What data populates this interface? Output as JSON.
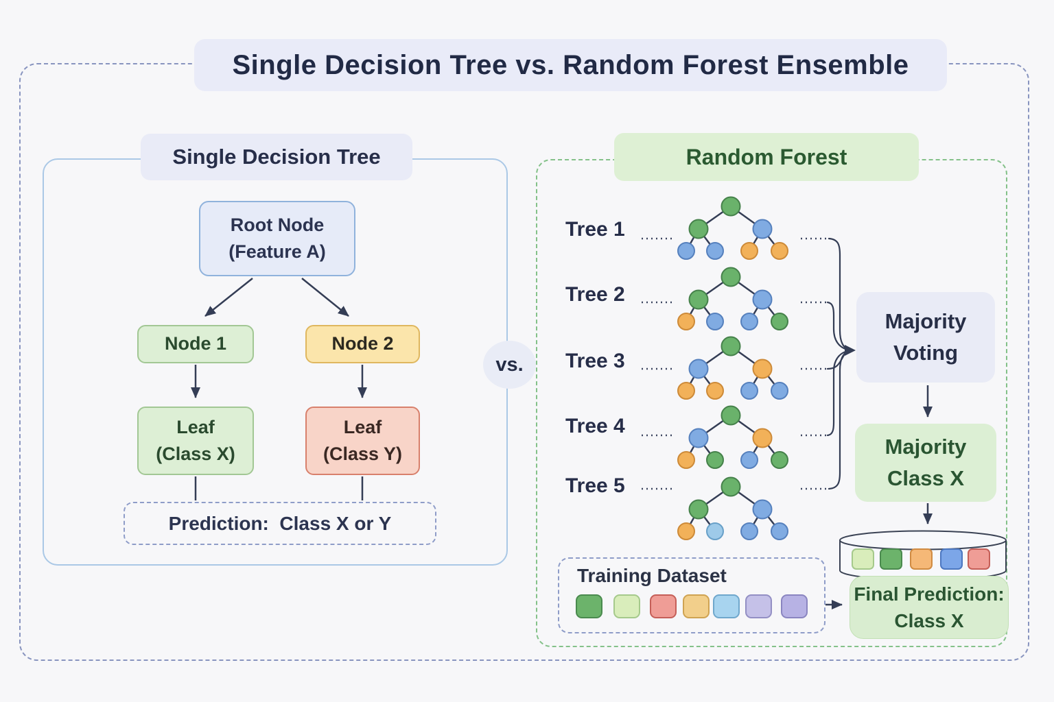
{
  "title": "Single Decision Tree vs. Random Forest Ensemble",
  "vs_label": "vs.",
  "left": {
    "header": "Single Decision Tree",
    "root_line1": "Root Node",
    "root_line2": "(Feature A)",
    "node1": "Node 1",
    "node2": "Node 2",
    "leafx_line1": "Leaf",
    "leafx_line2": "(Class X)",
    "leafy_line1": "Leaf",
    "leafy_line2": "(Class Y)",
    "prediction": "Prediction:  Class X or Y"
  },
  "right": {
    "header": "Random Forest",
    "trees": [
      {
        "label": "Tree 1",
        "root": "green",
        "children": [
          "green",
          "blue"
        ],
        "leaves": [
          "blue",
          "blue",
          "orange",
          "orange"
        ]
      },
      {
        "label": "Tree 2",
        "root": "green",
        "children": [
          "green",
          "blue"
        ],
        "leaves": [
          "orange",
          "blue",
          "blue",
          "green"
        ]
      },
      {
        "label": "Tree 3",
        "root": "green",
        "children": [
          "blue",
          "orange"
        ],
        "leaves": [
          "orange",
          "orange",
          "blue",
          "blue"
        ]
      },
      {
        "label": "Tree 4",
        "root": "green",
        "children": [
          "blue",
          "orange"
        ],
        "leaves": [
          "orange",
          "green",
          "blue",
          "green"
        ]
      },
      {
        "label": "Tree 5",
        "root": "green",
        "children": [
          "green",
          "blue"
        ],
        "leaves": [
          "orange",
          "lightblue",
          "blue",
          "blue"
        ]
      }
    ],
    "majority_voting_line1": "Majority",
    "majority_voting_line2": "Voting",
    "majority_class_line1": "Majority",
    "majority_class_line2": "Class X",
    "final_line1": "Final Prediction:",
    "final_line2": "Class X",
    "cylinder_chips": [
      "lightgreen",
      "green",
      "orange",
      "blue",
      "red"
    ],
    "training_label": "Training Dataset",
    "training_chips": [
      "green",
      "lightgreen",
      "red",
      "amber",
      "lightblue",
      "lavender",
      "lavender2"
    ]
  },
  "palette": {
    "node_colors": {
      "green": {
        "fill": "#6ab26b",
        "stroke": "#45814a"
      },
      "blue": {
        "fill": "#80abe2",
        "stroke": "#5580bd"
      },
      "lightblue": {
        "fill": "#9ecae9",
        "stroke": "#68a0c8"
      },
      "orange": {
        "fill": "#f2b159",
        "stroke": "#cd8a38"
      }
    },
    "chip_colors": {
      "green": {
        "fill": "#6cb36b",
        "stroke": "#4a8a4e"
      },
      "lightgreen": {
        "fill": "#d9edbb",
        "stroke": "#a5c98b"
      },
      "red": {
        "fill": "#ef9d96",
        "stroke": "#c55f58"
      },
      "amber": {
        "fill": "#f2cf8b",
        "stroke": "#cfa352"
      },
      "orange": {
        "fill": "#f5b877",
        "stroke": "#d08b42"
      },
      "blue": {
        "fill": "#7ca6e8",
        "stroke": "#4c77c0"
      },
      "lightblue": {
        "fill": "#a8d4ef",
        "stroke": "#6fa7cc"
      },
      "lavender": {
        "fill": "#c5c1e8",
        "stroke": "#938fc4"
      },
      "lavender2": {
        "fill": "#b7b2e4",
        "stroke": "#8a85c0"
      }
    },
    "accent_line": "#343d55",
    "dashed_outer": "#8894bf",
    "dashed_green": "#84c189",
    "solid_blue_panel": "#aac8e6"
  }
}
